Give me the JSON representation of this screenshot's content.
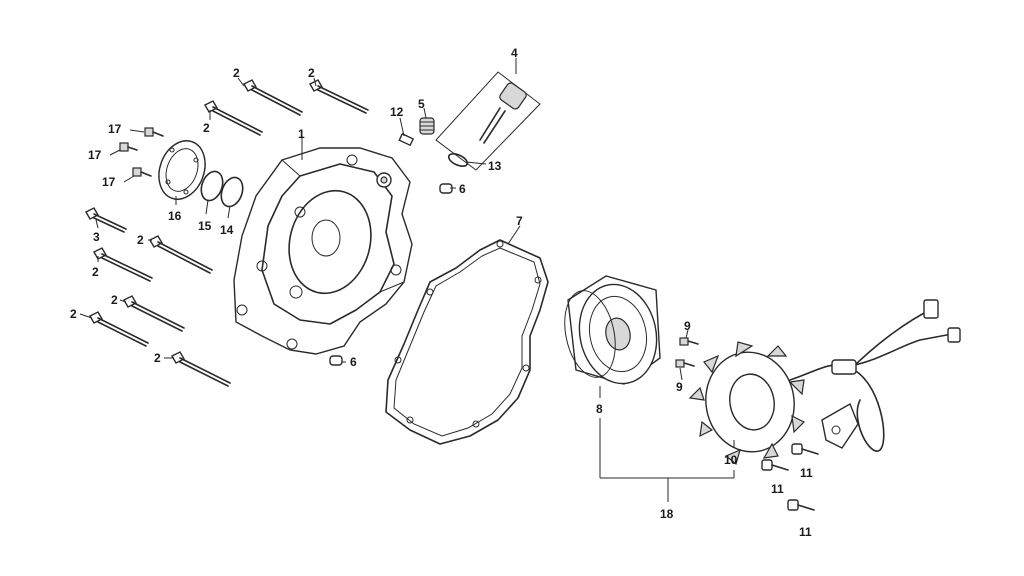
{
  "diagram": {
    "callouts": [
      {
        "id": "c2a",
        "text": "2"
      },
      {
        "id": "c2b",
        "text": "2"
      },
      {
        "id": "c2c",
        "text": "2"
      },
      {
        "id": "c1",
        "text": "1"
      },
      {
        "id": "c12",
        "text": "12"
      },
      {
        "id": "c5",
        "text": "5"
      },
      {
        "id": "c4",
        "text": "4"
      },
      {
        "id": "c13",
        "text": "13"
      },
      {
        "id": "c6a",
        "text": "6"
      },
      {
        "id": "c17a",
        "text": "17"
      },
      {
        "id": "c17b",
        "text": "17"
      },
      {
        "id": "c17c",
        "text": "17"
      },
      {
        "id": "c16",
        "text": "16"
      },
      {
        "id": "c15",
        "text": "15"
      },
      {
        "id": "c14",
        "text": "14"
      },
      {
        "id": "c3",
        "text": "3"
      },
      {
        "id": "c2d",
        "text": "2"
      },
      {
        "id": "c2e",
        "text": "2"
      },
      {
        "id": "c2f",
        "text": "2"
      },
      {
        "id": "c2g",
        "text": "2"
      },
      {
        "id": "c2h",
        "text": "2"
      },
      {
        "id": "c7",
        "text": "7"
      },
      {
        "id": "c6b",
        "text": "6"
      },
      {
        "id": "c9a",
        "text": "9"
      },
      {
        "id": "c9b",
        "text": "9"
      },
      {
        "id": "c8",
        "text": "8"
      },
      {
        "id": "c10",
        "text": "10"
      },
      {
        "id": "c11a",
        "text": "11"
      },
      {
        "id": "c11b",
        "text": "11"
      },
      {
        "id": "c11c",
        "text": "11"
      },
      {
        "id": "c18",
        "text": "18"
      }
    ]
  }
}
